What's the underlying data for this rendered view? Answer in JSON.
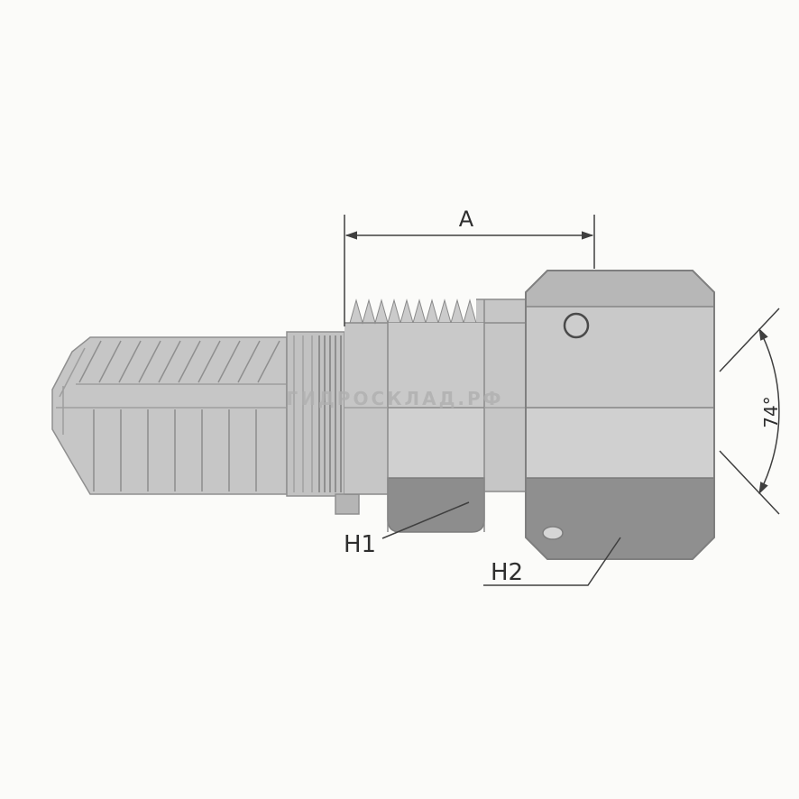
{
  "diagram": {
    "watermark": "ГИДРОСКЛАД.РФ",
    "labels": {
      "dimension_a": "A",
      "hex_1": "H1",
      "hex_2": "H2",
      "flare_angle": "74°"
    },
    "colors": {
      "background": "#fbfbf9",
      "body_light": "#c9c9c9",
      "body_mid": "#bdbdbd",
      "body_dark": "#8d8d8d",
      "outline": "#8a8a8a",
      "annotation": "#3f3f3f",
      "watermark": "#b0b0b0"
    }
  }
}
